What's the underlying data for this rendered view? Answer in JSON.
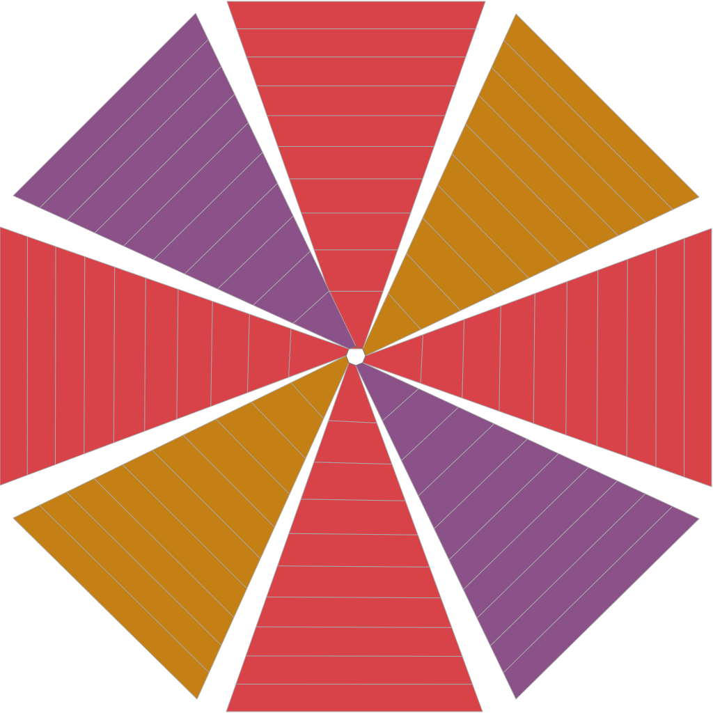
{
  "colors": {
    "background": "#ffffff",
    "red": "#d8434a",
    "purple": "#8b5189",
    "gold": "#c47f15",
    "line": "#a9a9a9",
    "center": "#c47f15"
  },
  "pattern": {
    "kind": "octagonal-kaleidoscope",
    "wedges": [
      {
        "name": "wedge-top",
        "color": "red",
        "bands": 10
      },
      {
        "name": "wedge-top-right",
        "color": "gold",
        "bands": 10
      },
      {
        "name": "wedge-right",
        "color": "red",
        "bands": 10
      },
      {
        "name": "wedge-bottom-right",
        "color": "purple",
        "bands": 10
      },
      {
        "name": "wedge-bottom",
        "color": "red",
        "bands": 10
      },
      {
        "name": "wedge-bottom-left",
        "color": "gold",
        "bands": 10
      },
      {
        "name": "wedge-left",
        "color": "red",
        "bands": 10
      },
      {
        "name": "wedge-top-left",
        "color": "purple",
        "bands": 10
      }
    ]
  }
}
